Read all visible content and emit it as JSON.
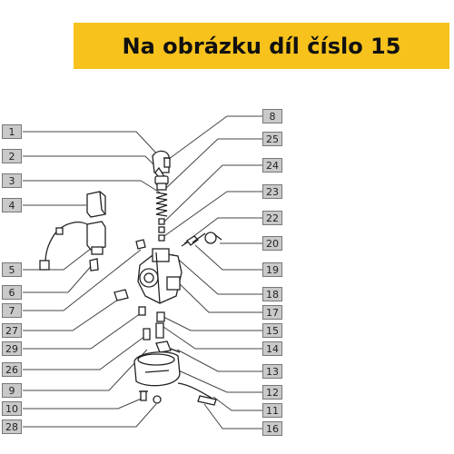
{
  "banner": {
    "text": "Na obrázku díl číslo 15",
    "background": "#f7c21c",
    "color": "#111111"
  },
  "diagram": {
    "label_fill": "#c9c9c9",
    "label_border": "#777777",
    "line_color": "#444444",
    "left_labels": [
      "1",
      "2",
      "3",
      "4",
      "5",
      "6",
      "7",
      "27",
      "29",
      "26",
      "9",
      "10",
      "28"
    ],
    "right_labels": [
      "8",
      "25",
      "24",
      "23",
      "22",
      "20",
      "19",
      "18",
      "17",
      "15",
      "14",
      "13",
      "12",
      "11",
      "16"
    ]
  }
}
